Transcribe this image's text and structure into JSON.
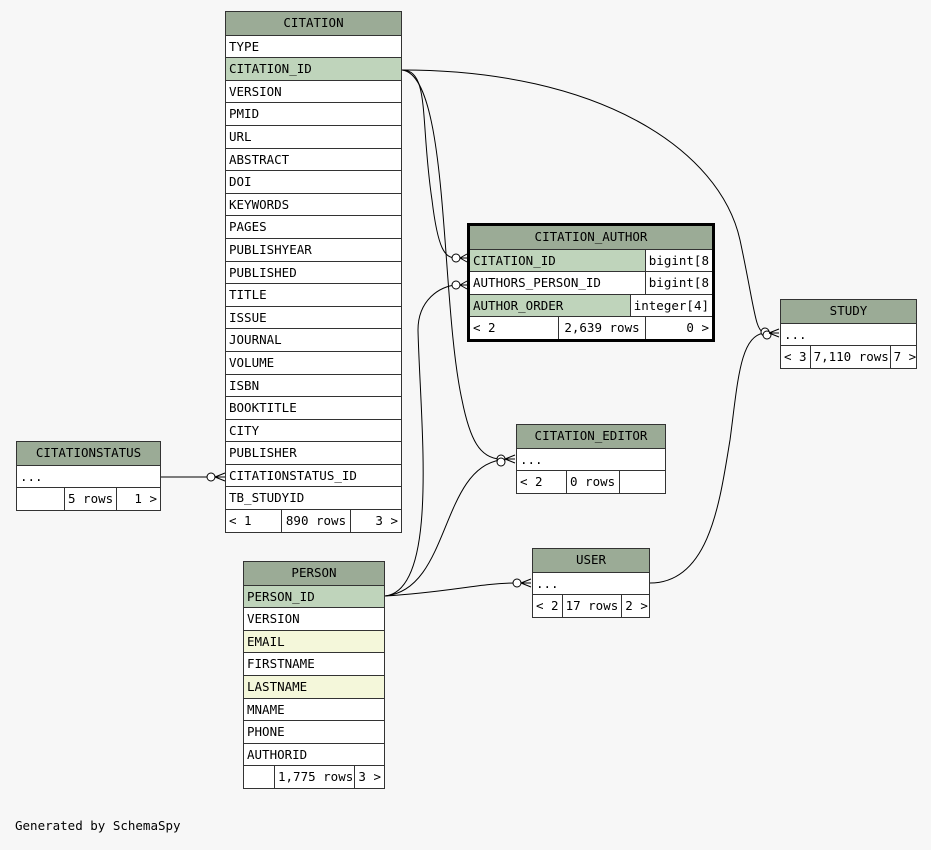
{
  "tables": {
    "citation": {
      "name": "CITATION",
      "columns": [
        "TYPE",
        "CITATION_ID",
        "VERSION",
        "PMID",
        "URL",
        "ABSTRACT",
        "DOI",
        "KEYWORDS",
        "PAGES",
        "PUBLISHYEAR",
        "PUBLISHED",
        "TITLE",
        "ISSUE",
        "JOURNAL",
        "VOLUME",
        "ISBN",
        "BOOKTITLE",
        "CITY",
        "PUBLISHER",
        "CITATIONSTATUS_ID",
        "TB_STUDYID"
      ],
      "footer": {
        "left": "< 1",
        "mid": "890 rows",
        "right": "3 >"
      }
    },
    "citation_author": {
      "name": "CITATION_AUTHOR",
      "columns": [
        {
          "name": "CITATION_ID",
          "type": "bigint[8"
        },
        {
          "name": "AUTHORS_PERSON_ID",
          "type": "bigint[8"
        },
        {
          "name": "AUTHOR_ORDER",
          "type": "integer[4]"
        }
      ],
      "footer": {
        "left": "< 2",
        "mid": "2,639 rows",
        "right": "0 >"
      }
    },
    "study": {
      "name": "STUDY",
      "columns": [
        "..."
      ],
      "footer": {
        "left": "< 3",
        "mid": "7,110 rows",
        "right": "7 >"
      }
    },
    "citation_editor": {
      "name": "CITATION_EDITOR",
      "columns": [
        "..."
      ],
      "footer": {
        "left": "< 2",
        "mid": "0 rows",
        "right": ""
      }
    },
    "citationstatus": {
      "name": "CITATIONSTATUS",
      "columns": [
        "..."
      ],
      "footer": {
        "left": "",
        "mid": "5 rows",
        "right": "1 >"
      }
    },
    "user": {
      "name": "USER",
      "columns": [
        "..."
      ],
      "footer": {
        "left": "< 2",
        "mid": "17 rows",
        "right": "2 >"
      }
    },
    "person": {
      "name": "PERSON",
      "columns": [
        "PERSON_ID",
        "VERSION",
        "EMAIL",
        "FIRSTNAME",
        "LASTNAME",
        "MNAME",
        "PHONE",
        "AUTHORID"
      ],
      "footer": {
        "left": "",
        "mid": "1,775 rows",
        "right": "3 >"
      }
    }
  },
  "generated_by": "Generated by SchemaSpy"
}
